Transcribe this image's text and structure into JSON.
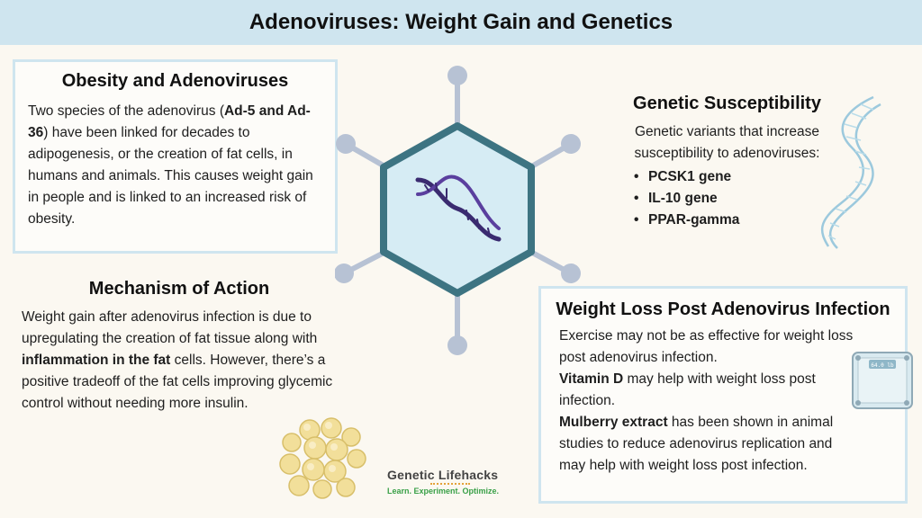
{
  "title": "Adenoviruses: Weight Gain and Genetics",
  "obesity": {
    "heading": "Obesity and Adenoviruses",
    "p1": "Two species of the adenovirus (",
    "b1": "Ad-5 and Ad-36",
    "p2": ") have been linked for decades to adipogenesis, or the creation of fat cells, in humans and animals. This causes weight gain in people and is linked to an increased risk of obesity."
  },
  "mechanism": {
    "heading": "Mechanism of Action",
    "p1": "Weight gain after adenovirus infection is due to upregulating the creation of fat tissue along with ",
    "b1": "inflammation in the fat",
    "p2": " cells. However, there’s a positive tradeoff of the fat cells improving glycemic control without needing more insulin."
  },
  "genetic": {
    "heading": "Genetic Susceptibility",
    "intro": "Genetic variants that increase susceptibility to adenoviruses:",
    "items": [
      "PCSK1 gene",
      "IL-10 gene",
      "PPAR-gamma"
    ]
  },
  "weight_loss": {
    "heading": "Weight Loss Post Adenovirus Infection",
    "p1": "Exercise may not be as effective for weight loss post adenovirus infection.",
    "b2": "Vitamin D",
    "p2": " may help with weight loss post infection.",
    "b3": "Mulberry extract",
    "p3": " has been shown in animal studies to reduce adenovirus replication and may help with weight loss post infection."
  },
  "scale_display": "64.0 lb",
  "logo": {
    "brand": "Genetic Lifehacks",
    "tagline": "Learn. Experiment. Optimize."
  },
  "colors": {
    "title_bg": "#cfe5ef",
    "virus_outline": "#3d7482",
    "virus_fill": "#d6ecf4",
    "spike": "#b7c2d4",
    "dna": "#3a2b70",
    "logo_green": "#3aa048"
  }
}
